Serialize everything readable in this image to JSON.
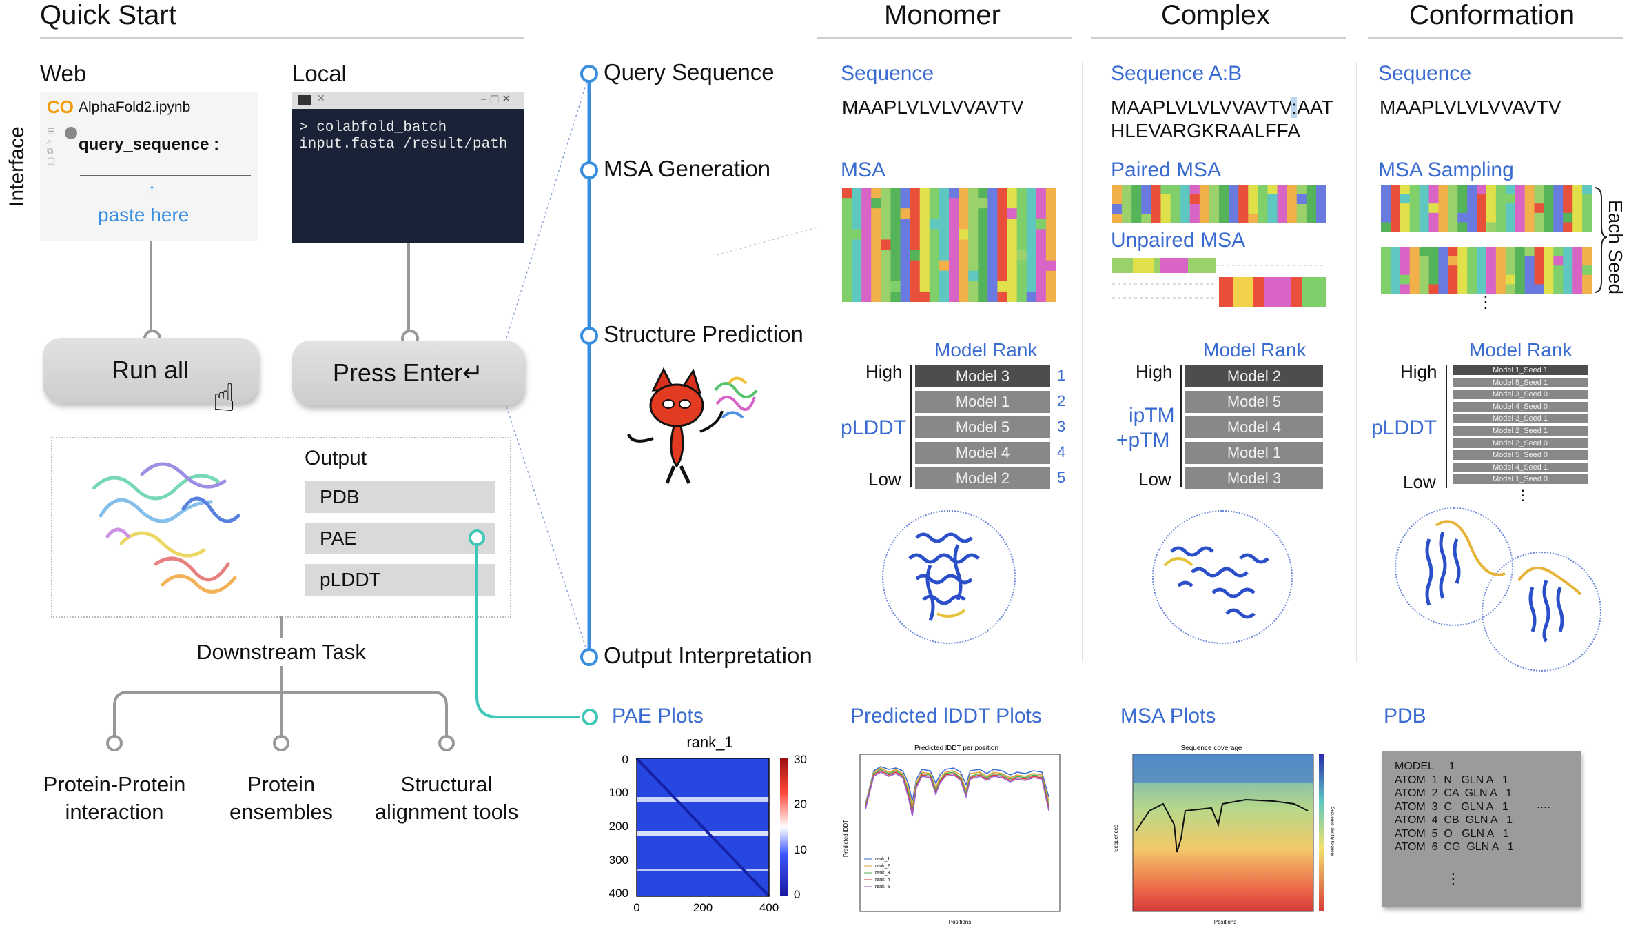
{
  "headers": {
    "quick_start": "Quick Start",
    "monomer": "Monomer",
    "complex": "Complex",
    "conformation": "Conformation"
  },
  "interface": {
    "side_label": "Interface",
    "web": {
      "title": "Web",
      "notebook_name": "AlphaFold2.ipynb",
      "field_label": "query_sequence :",
      "paste_hint": "paste here"
    },
    "local": {
      "title": "Local",
      "command_line1": "> colabfold_batch",
      "command_line2": "input.fasta /result/path"
    },
    "run_button": "Run all",
    "enter_button": "Press Enter↵"
  },
  "output": {
    "title": "Output",
    "items": [
      "PDB",
      "PAE",
      "pLDDT"
    ]
  },
  "downstream": {
    "title": "Downstream Task",
    "tasks": [
      {
        "line1": "Protein-Protein",
        "line2": "interaction"
      },
      {
        "line1": "Protein",
        "line2": "ensembles"
      },
      {
        "line1": "Structural",
        "line2": "alignment tools"
      }
    ]
  },
  "pipeline": {
    "steps": [
      "Query Sequence",
      "MSA Generation",
      "Structure Prediction",
      "Output Interpretation"
    ]
  },
  "monomer": {
    "seq_label": "Sequence",
    "seq": "MAAPLVLVLVVAVTV",
    "msa_label": "MSA",
    "rank_title": "Model Rank",
    "high": "High",
    "low": "Low",
    "metric": "pLDDT",
    "models": [
      "Model 3",
      "Model 1",
      "Model 5",
      "Model 4",
      "Model 2"
    ],
    "nums": [
      "1",
      "2",
      "3",
      "4",
      "5"
    ]
  },
  "complex": {
    "seq_label": "Sequence A:B",
    "seq_line1": "MAAPLVLVLVVAVTV",
    "seq_sep": ":",
    "seq_line1b": "AAT",
    "seq_line2": "HLEVARGKRAALFFA",
    "paired_label": "Paired MSA",
    "unpaired_label": "Unpaired MSA",
    "rank_title": "Model Rank",
    "high": "High",
    "low": "Low",
    "metric1": "ipTM",
    "metric2": "+pTM",
    "models": [
      "Model 2",
      "Model 5",
      "Model 4",
      "Model 1",
      "Model 3"
    ]
  },
  "conformation": {
    "seq_label": "Sequence",
    "seq": "MAAPLVLVLVVAVTV",
    "msa_label": "MSA Sampling",
    "each_seed": "Each Seed",
    "rank_title": "Model Rank",
    "high": "High",
    "low": "Low",
    "metric": "pLDDT",
    "models": [
      "Model 1_Seed 1",
      "Model 5_Seed 1",
      "Model 3_Seed 0",
      "Model 4_Seed 0",
      "Model 3_Seed 1",
      "Model 2_Seed 1",
      "Model 2_Seed 0",
      "Model 5_Seed 0",
      "Model 4_Seed 1",
      "Model 1_Seed 0"
    ]
  },
  "plots": {
    "pae": {
      "label": "PAE Plots",
      "title": "rank_1",
      "ticks": [
        "0",
        "100",
        "200",
        "300",
        "400"
      ],
      "xticks": [
        "0",
        "200",
        "400"
      ],
      "cbar": [
        "30",
        "20",
        "10",
        "0"
      ]
    },
    "plddt": {
      "label": "Predicted lDDT Plots",
      "title": "Predicted lDDT per position",
      "ylabel": "Predicted lDDT",
      "xlabel": "Positions",
      "legend": [
        "rank_1",
        "rank_2",
        "rank_3",
        "rank_4",
        "rank_5"
      ]
    },
    "msa": {
      "label": "MSA Plots",
      "title": "Sequence coverage",
      "ylabel": "Sequences",
      "xlabel": "Positions",
      "cbar_label": "Sequence identity to query"
    },
    "pdb": {
      "label": "PDB",
      "lines": [
        "MODEL     1",
        "ATOM  1  N   GLN A   1",
        "ATOM  2  CA  GLN A   1",
        "ATOM  3  C   GLN A   1",
        "ATOM  4  CB  GLN A   1",
        "ATOM  5  O   GLN A   1",
        "ATOM  6  CG  GLN A   1"
      ],
      "ellipsis": "....",
      "vdots": "⋮"
    }
  },
  "colors": {
    "accent": "#3a6bd1",
    "pipeline": "#3a8ee0",
    "teal": "#3ec7b7",
    "rank_dark": "#4d4d4d",
    "rank": "#888888"
  }
}
